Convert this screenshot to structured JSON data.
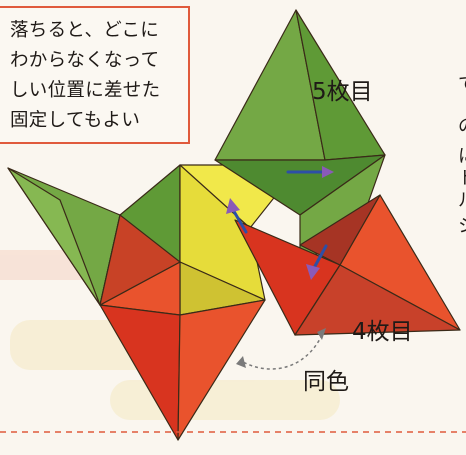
{
  "note": {
    "lines": [
      "落ちると、どこに",
      "わからなくなって",
      "しい位置に差せた",
      "固定してもよい"
    ]
  },
  "labels": {
    "fifth": "5枚目",
    "fourth": "4枚目",
    "same_color": "同色"
  },
  "side_fragments": [
    "て",
    "の",
    "に",
    "ト",
    "ル",
    "シ"
  ],
  "colors": {
    "green_light": "#74a845",
    "green_dark": "#4e8a30",
    "yellow": "#f1e84a",
    "red_orange": "#e9532d",
    "red": "#d8341f",
    "red_dark": "#a63424",
    "arrow_blue": "#2d4fa6",
    "arrow_purple": "#8a5ab8",
    "border_red": "#e05a3c",
    "line_dark": "#3a2a18"
  }
}
